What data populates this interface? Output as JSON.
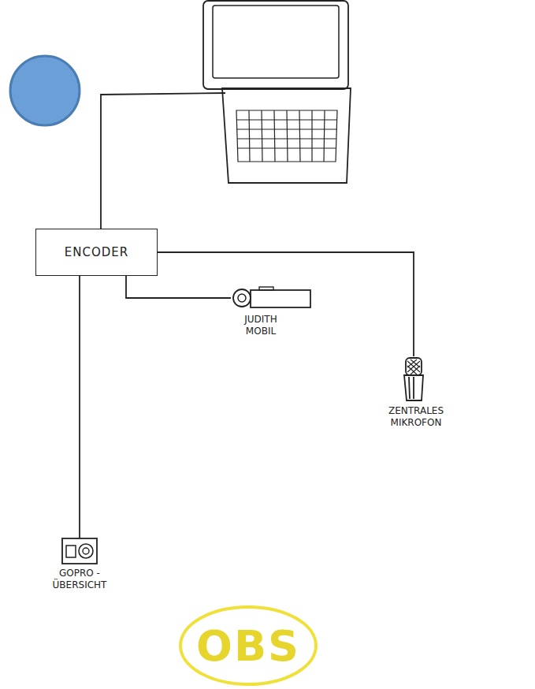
{
  "diagram": {
    "nodes": [
      {
        "text": [
          "ENCODER"
        ]
      },
      {
        "text": [
          "JUDITH MOBIL"
        ]
      },
      {
        "text": [
          "ZENTRALES MIKROFON"
        ]
      },
      {
        "text": [
          "GOPRO - ÜBERSICHT"
        ]
      },
      {
        "text": [
          "OBS"
        ]
      }
    ],
    "edges": [
      {
        "from": 0,
        "to": 1,
        "arrow": "none"
      },
      {
        "from": 0,
        "to": 2,
        "arrow": "none"
      },
      {
        "from": 0,
        "to": 3,
        "arrow": "none"
      }
    ]
  }
}
